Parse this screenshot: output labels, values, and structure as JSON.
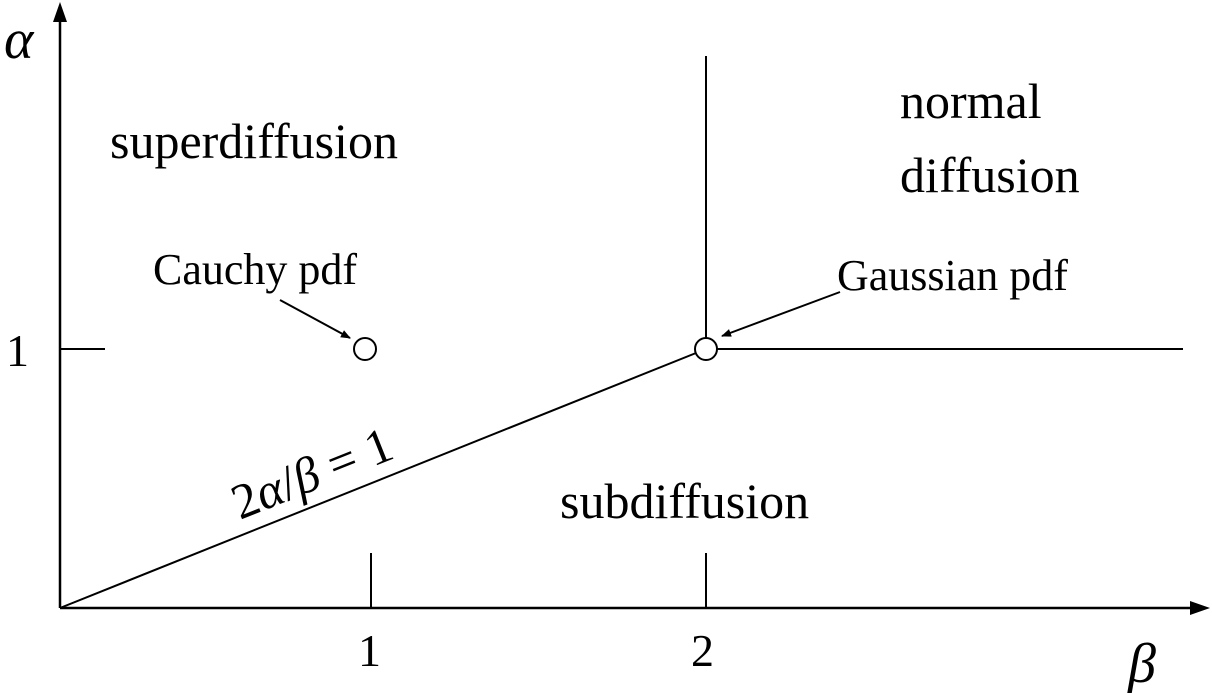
{
  "axes": {
    "x_symbol": "β",
    "y_symbol": "α",
    "x_ticks": [
      "1",
      "2"
    ],
    "y_ticks": [
      "1"
    ]
  },
  "regions": {
    "superdiffusion": "superdiffusion",
    "normal_line1": "normal",
    "normal_line2": "diffusion",
    "subdiffusion": "subdiffusion"
  },
  "callouts": {
    "cauchy": "Cauchy pdf",
    "gaussian": "Gaussian pdf"
  },
  "boundary_equation": {
    "num": "2",
    "alpha": "α",
    "slash": "/",
    "beta": "β",
    "rest": " = 1"
  },
  "points": [
    {
      "name": "Cauchy pdf",
      "beta": 1,
      "alpha": 1
    },
    {
      "name": "Gaussian pdf",
      "beta": 2,
      "alpha": 1
    }
  ],
  "colors": {
    "ink": "#000000",
    "background": "#ffffff"
  }
}
